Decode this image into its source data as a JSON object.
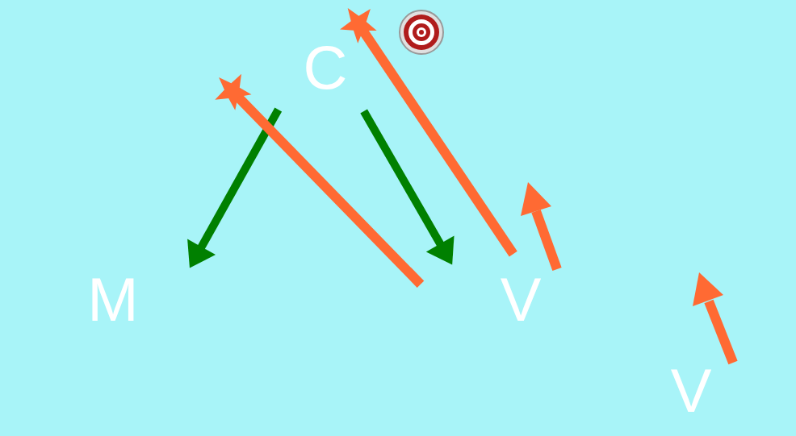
{
  "diagram": {
    "nodes": [
      {
        "text": [
          "C"
        ]
      },
      {
        "text": [
          "M"
        ]
      },
      {
        "text": [
          "V"
        ]
      },
      {
        "text": [
          "V"
        ]
      }
    ],
    "edges": [
      {
        "from": 0,
        "to": 1,
        "arrow": "to"
      },
      {
        "from": 0,
        "to": 2,
        "arrow": "to"
      },
      {
        "from": 2,
        "to": 0,
        "arrow": "to"
      },
      {
        "from": 2,
        "to": 0,
        "arrow": "to"
      }
    ]
  }
}
